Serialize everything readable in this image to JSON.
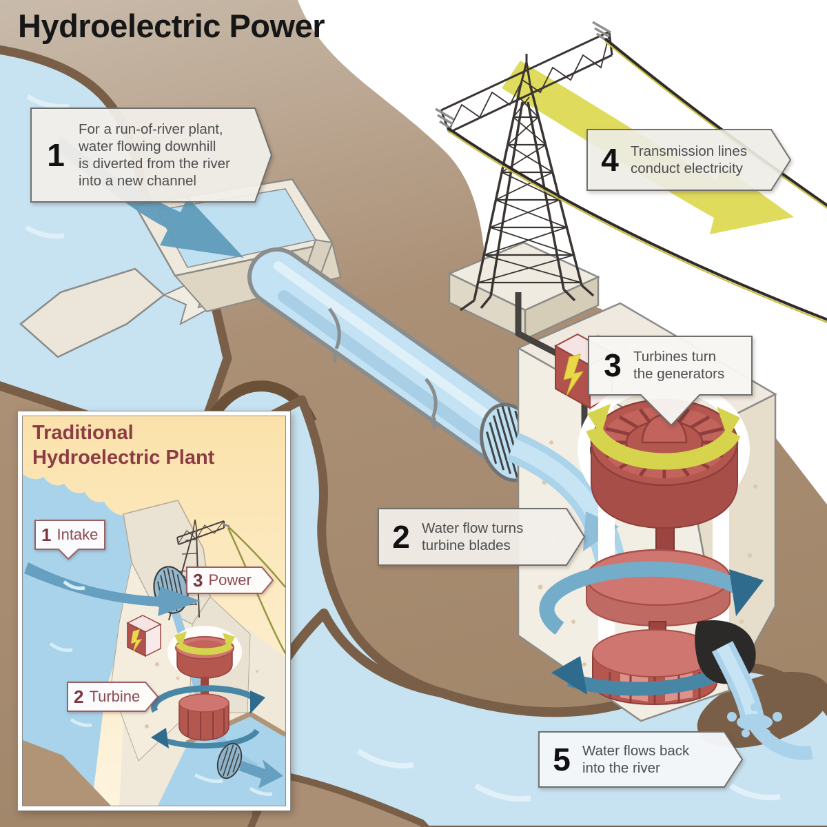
{
  "title": "Hydroelectric Power",
  "steps": [
    {
      "num": "1",
      "text": "For a run-of-river plant,\nwater flowing downhill\nis diverted from the river\ninto a new channel"
    },
    {
      "num": "2",
      "text": "Water flow turns\nturbine blades"
    },
    {
      "num": "3",
      "text": "Turbines turn\nthe generators"
    },
    {
      "num": "4",
      "text": "Transmission lines\nconduct electricity"
    },
    {
      "num": "5",
      "text": "Water flows back\ninto the river"
    }
  ],
  "inset": {
    "title": "Traditional\nHydroelectric Plant",
    "labels": [
      {
        "num": "1",
        "text": "Intake"
      },
      {
        "num": "2",
        "text": "Turbine"
      },
      {
        "num": "3",
        "text": "Power"
      }
    ]
  },
  "colors": {
    "land": "#a98e74",
    "river_water": "#c7e3f2",
    "river_bank": "#7a5f48",
    "structure_cream": "#ece6da",
    "turbine_red": "#b4574f",
    "energy_yellow": "#dbd84f",
    "flow_blue": "#5f9cbb",
    "callout_border": "#6f706e",
    "inset_maroon": "#8c3c44",
    "wire_yellow": "#c9bd3e"
  }
}
